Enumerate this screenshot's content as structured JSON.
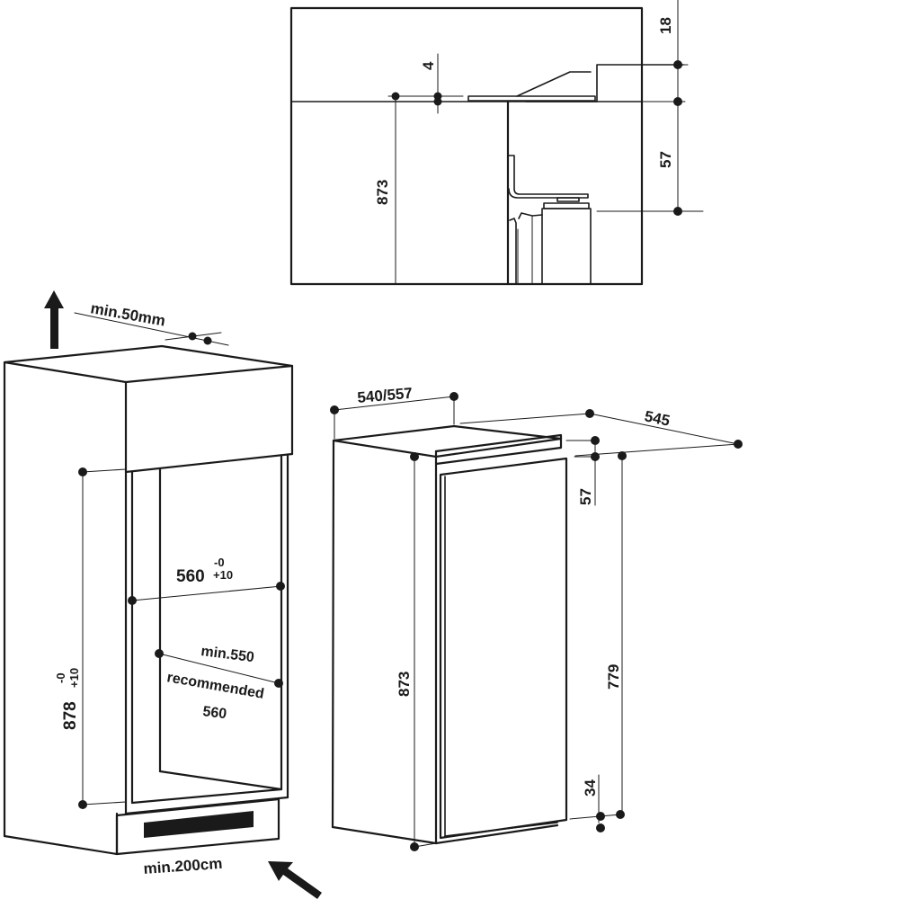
{
  "detail_view": {
    "labels": {
      "height_873": "873",
      "gap_4": "4",
      "dim_18": "18",
      "dim_57": "57"
    }
  },
  "niche_view": {
    "labels": {
      "top_clearance": "min.50mm",
      "width": "560",
      "width_tol_minus": "-0",
      "width_tol_plus": "+10",
      "height": "878",
      "height_tol_minus": "-0",
      "height_tol_plus": "+10",
      "depth_min": "min.550",
      "depth_recommended_line1": "recommended",
      "depth_recommended_line2": "560",
      "ventilation": "min.200cm"
    },
    "arrows": {
      "airflow_out": "arrow-up-icon",
      "airflow_in": "arrow-in-icon"
    }
  },
  "appliance_view": {
    "labels": {
      "width": "540/557",
      "depth": "545",
      "height": "873",
      "top_gap": "57",
      "door_height": "779",
      "bottom_gap": "34"
    }
  },
  "colors": {
    "line": "#1a1a1a",
    "background": "#ffffff"
  }
}
